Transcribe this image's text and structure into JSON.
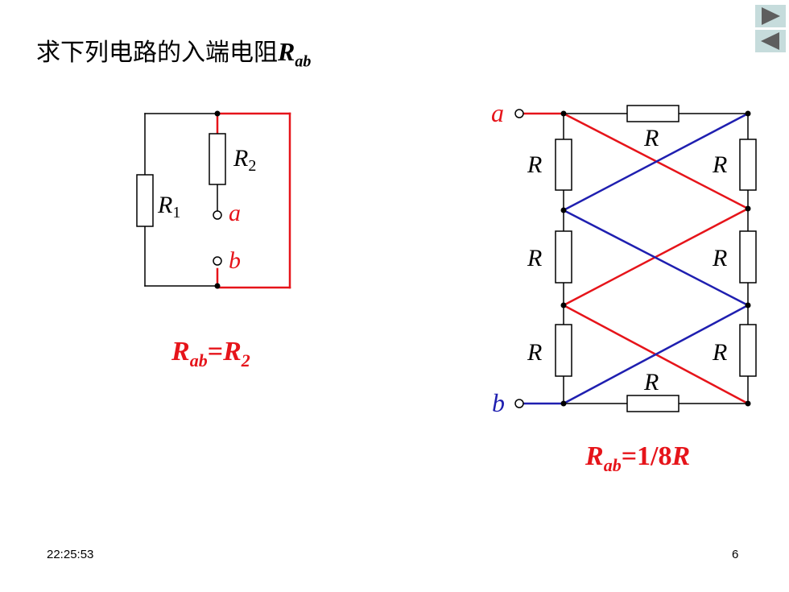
{
  "title": {
    "text": "求下列电路的入端电阻",
    "var": "R",
    "sub": "ab"
  },
  "nav": {
    "next_icon": "triangle-right-icon",
    "prev_icon": "triangle-left-icon",
    "color": "#c6dcdc"
  },
  "left_circuit": {
    "labels": {
      "r1": "R",
      "r1_sub": "1",
      "r2": "R",
      "r2_sub": "2",
      "a": "a",
      "b": "b"
    },
    "formula": {
      "var": "R",
      "sub": "ab",
      "eq": "=",
      "rhs": "R",
      "rhs_sub": "2"
    }
  },
  "right_circuit": {
    "labels": {
      "a": "a",
      "b": "b",
      "r_top": "R",
      "r_bottom": "R",
      "r_left_1": "R",
      "r_left_2": "R",
      "r_left_3": "R",
      "r_right_1": "R",
      "r_right_2": "R",
      "r_right_3": "R"
    },
    "formula": {
      "var": "R",
      "sub": "ab",
      "eq": "=1/8",
      "rhs": "R"
    }
  },
  "colors": {
    "red": "#e6141a",
    "blue": "#1f1fb0",
    "wire": "#000000"
  },
  "footer": {
    "time": "22:25:53",
    "page": "6"
  }
}
